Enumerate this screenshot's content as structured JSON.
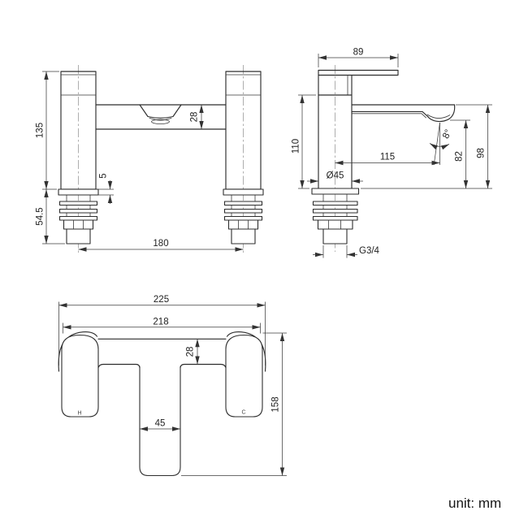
{
  "drawing": {
    "unit_label": "unit: mm",
    "front_view": {
      "dim_total_height": "135",
      "dim_bar_height": "28",
      "dim_deck_plate_thickness": "5",
      "dim_under_deck_length": "54.5",
      "dim_tap_centres": "180"
    },
    "side_view": {
      "dim_handle_depth": "89",
      "dim_body_height": "110",
      "dim_spout_reach": "115",
      "dim_spout_angle": "8°",
      "dim_outlet_height": "82",
      "dim_spout_height": "98",
      "dim_body_diameter": "Ø45",
      "dim_inlet_thread": "G3/4"
    },
    "plan_view": {
      "dim_overall_width": "225",
      "dim_body_width": "218",
      "dim_bar_depth": "28",
      "dim_spout_width": "45",
      "dim_overall_depth": "158",
      "label_hot": "H",
      "label_cold": "C"
    }
  }
}
